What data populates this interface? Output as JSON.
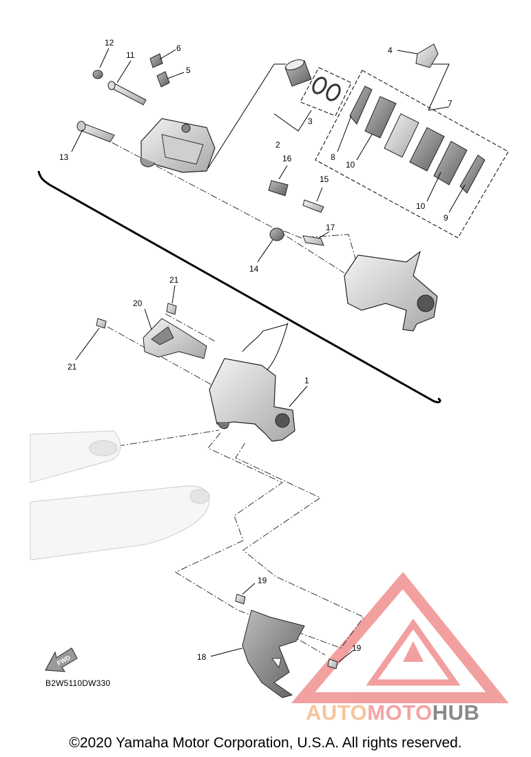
{
  "callouts": [
    {
      "id": "1",
      "text": "1"
    },
    {
      "id": "2",
      "text": "2"
    },
    {
      "id": "3",
      "text": "3"
    },
    {
      "id": "4",
      "text": "4"
    },
    {
      "id": "5",
      "text": "5"
    },
    {
      "id": "6",
      "text": "6"
    },
    {
      "id": "7",
      "text": "7"
    },
    {
      "id": "8",
      "text": "8"
    },
    {
      "id": "9",
      "text": "9"
    },
    {
      "id": "10a",
      "text": "10"
    },
    {
      "id": "10b",
      "text": "10"
    },
    {
      "id": "11",
      "text": "11"
    },
    {
      "id": "12",
      "text": "12"
    },
    {
      "id": "13",
      "text": "13"
    },
    {
      "id": "14",
      "text": "14"
    },
    {
      "id": "15",
      "text": "15"
    },
    {
      "id": "16",
      "text": "16"
    },
    {
      "id": "17",
      "text": "17"
    },
    {
      "id": "18",
      "text": "18"
    },
    {
      "id": "19a",
      "text": "19"
    },
    {
      "id": "19b",
      "text": "19"
    },
    {
      "id": "20",
      "text": "20"
    },
    {
      "id": "21a",
      "text": "21"
    },
    {
      "id": "21b",
      "text": "21"
    }
  ],
  "fwd_label": "FWD",
  "diagram_code": "B2W5110DW330",
  "copyright": "©2020 Yamaha Motor Corporation, U.S.A. All rights reserved.",
  "watermark": {
    "part1": "AUTO",
    "part2": "MOTO",
    "part3": "HUB"
  },
  "colors": {
    "part_fill": "#e4e4e4",
    "part_stroke": "#333333",
    "watermark_red": "#f08f8f",
    "watermark_orange": "#f7c49a"
  }
}
